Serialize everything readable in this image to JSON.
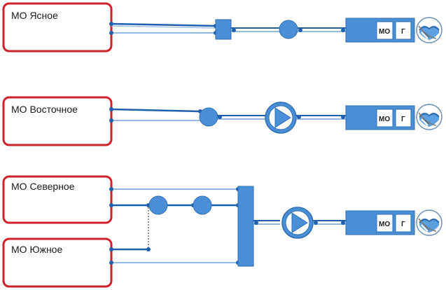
{
  "consumers": [
    {
      "name": "МО Ясное"
    },
    {
      "name": "МО Восточное"
    },
    {
      "name": "МО Северное"
    },
    {
      "name": "МО Южное"
    }
  ],
  "stations": [
    {
      "box1": "МО",
      "box2": "Г"
    },
    {
      "box1": "МО",
      "box2": "Г"
    },
    {
      "box1": "МО",
      "box2": "Г"
    }
  ],
  "colors": {
    "consumer_border": "#d0202a",
    "equipment_fill": "#4a8fd6",
    "equipment_stroke": "#2f6fb4",
    "pipe": "#1f5fae",
    "pipe_light": "#6fa2d8"
  }
}
